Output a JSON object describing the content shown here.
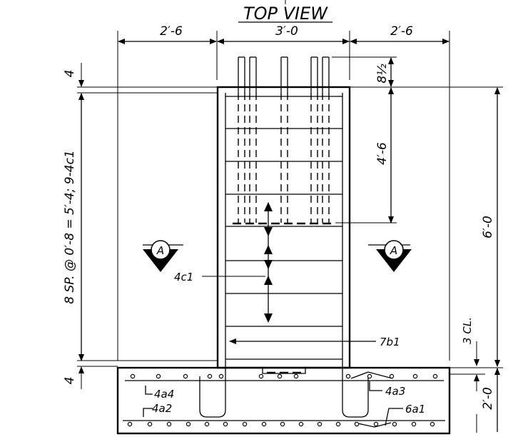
{
  "title": "TOP VIEW",
  "dimensions": {
    "left_width": "2′-6",
    "center_width": "3′-0",
    "right_width": "2′-6",
    "top_extension": "4",
    "bottom_offset": "4",
    "bar_projection": "8½",
    "bar_length": "4′-6",
    "overall_length": "6′-0",
    "spacing": "8 SP. @ 0′-8 = 5′-4; 9-4c1",
    "clearance": "3 CL.",
    "footing_depth": "2′-0"
  },
  "callouts": {
    "stirrup": "4c1",
    "longitudinal": "7b1",
    "bar_a4": "4a4",
    "bar_a2": "4a2",
    "bar_a3": "4a3",
    "bar_a1": "6a1"
  },
  "section_markers": {
    "left": "A",
    "right": "A"
  }
}
